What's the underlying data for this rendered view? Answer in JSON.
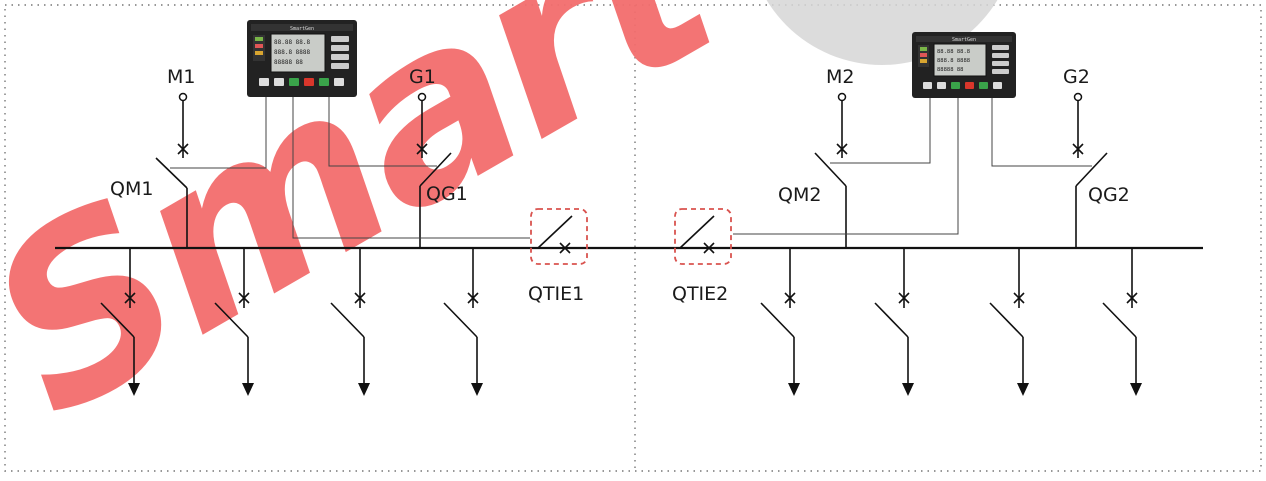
{
  "watermark": {
    "text": "Smart",
    "color": "#f26d6d"
  },
  "colors": {
    "line": "#111111",
    "tie_box": "#d9534f",
    "controller_body": "#222222"
  },
  "controller": {
    "icon": "controller-icon",
    "brand": "SmartGen",
    "screen_lines": [
      "88.88  88.8",
      "888.8 8888",
      "88888  88"
    ]
  },
  "left": {
    "mains_label": "M1",
    "generator_label": "G1",
    "mains_breaker_label": "QM1",
    "generator_breaker_label": "QG1",
    "tie_breaker_label": "QTIE1",
    "feeder_count": 4
  },
  "right": {
    "mains_label": "M2",
    "generator_label": "G2",
    "mains_breaker_label": "QM2",
    "generator_breaker_label": "QG2",
    "tie_breaker_label": "QTIE2",
    "feeder_count": 4
  }
}
